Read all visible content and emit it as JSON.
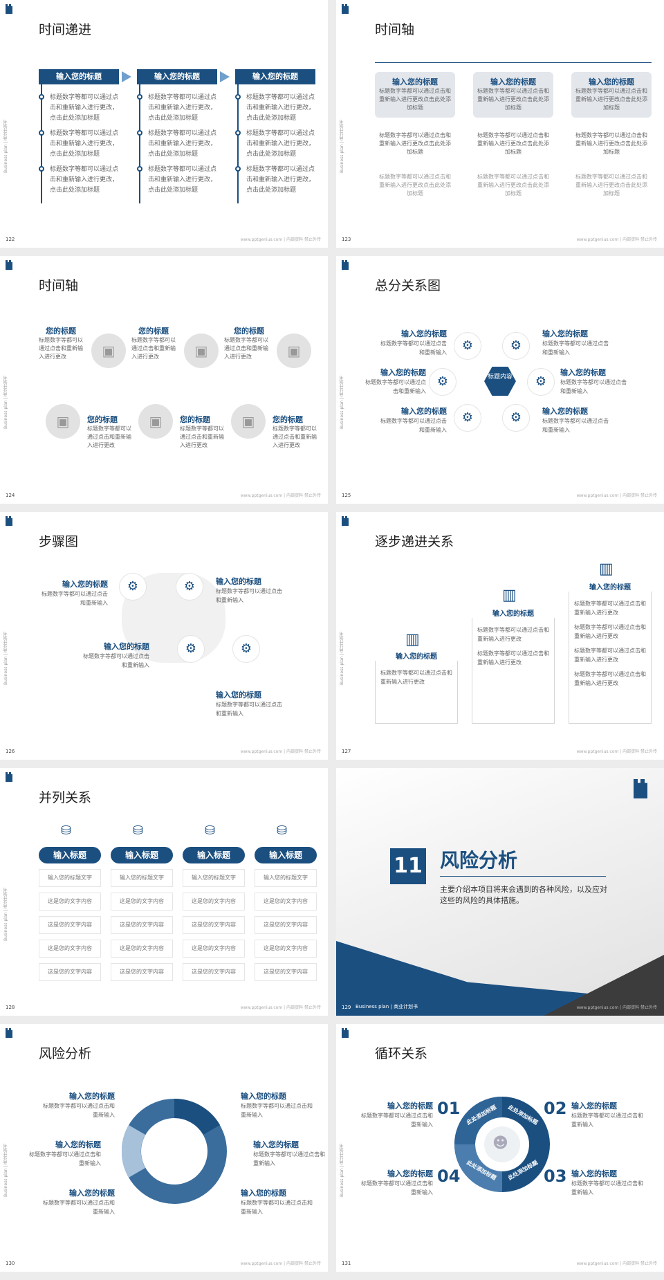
{
  "common": {
    "side": "Business plan | 商业计划书",
    "foot": "www.pptgenius.com | 内部资料 禁止外传"
  },
  "s122": {
    "page": "122",
    "title": "时间递进",
    "heads": [
      "输入您的标题",
      "输入您的标题",
      "输入您的标题"
    ],
    "item": "标题数字等都可以通过点击和重新输入进行更改，点击此处添加标题"
  },
  "s123": {
    "page": "123",
    "title": "时间轴",
    "heads": [
      "输入您的标题",
      "输入您的标题",
      "输入您的标题"
    ],
    "desc": "标题数字等都可以通过点击和重新输入进行更改点击此处添加标题",
    "sub": "标题数字等都可以通过点击和重新输入进行更改点击此处添加标题"
  },
  "s124": {
    "page": "124",
    "title": "时间轴",
    "label": "您的标题",
    "desc": "标题数字等都可以通过点击和重新输入进行更改"
  },
  "s125": {
    "page": "125",
    "title": "总分关系图",
    "center": "标题内容",
    "head": "输入您的标题",
    "desc": "标题数字等都可以通过点击和重新输入"
  },
  "s126": {
    "page": "126",
    "title": "步骤图",
    "head": "输入您的标题",
    "desc": "标题数字等都可以通过点击和重新输入"
  },
  "s127": {
    "page": "127",
    "title": "逐步递进关系",
    "head": "输入您的标题",
    "desc": "标题数字等都可以通过点击和重新输入进行更改"
  },
  "s128": {
    "page": "128",
    "title": "并列关系",
    "head": "输入标题",
    "first": "输入您的标题文字",
    "row": "这是您的文字内容"
  },
  "s129": {
    "page": "129",
    "num": "11",
    "title": "风险分析",
    "desc": "主要介绍本项目将来会遇到的各种风险，以及应对这些的风险的具体措施。",
    "foot_left": "Business plan | 商业计划书"
  },
  "s130": {
    "page": "130",
    "title": "风险分析",
    "head": "输入您的标题",
    "desc": "标题数字等都可以通过点击和重新输入"
  },
  "s131": {
    "page": "131",
    "title": "循环关系",
    "nums": [
      "01",
      "02",
      "03",
      "04"
    ],
    "head": "输入您的标题",
    "desc": "标题数字等都可以通过点击和重新输入",
    "ring": "此处添加标题"
  }
}
